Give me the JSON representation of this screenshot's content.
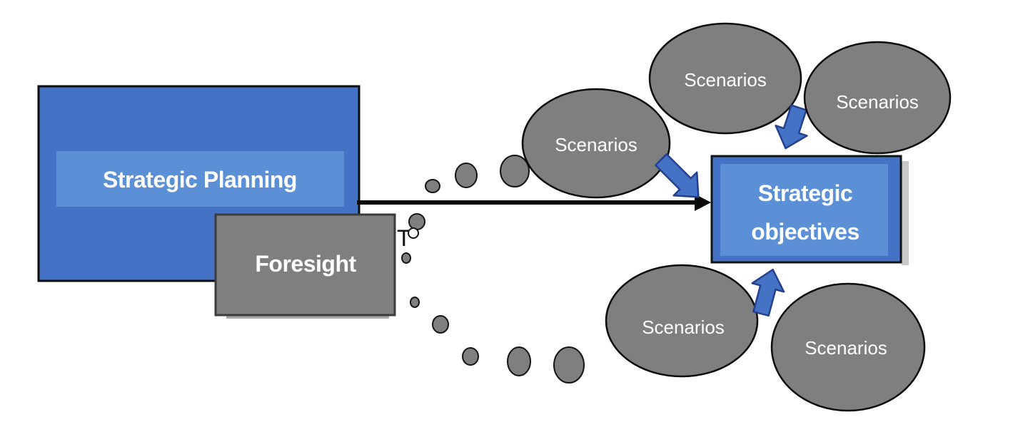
{
  "diagram": {
    "boxes": {
      "strategic_planning": {
        "label": "Strategic Planning"
      },
      "foresight": {
        "label": "Foresight"
      },
      "strategic_objectives": {
        "lines": [
          "Strategic",
          "objectives"
        ]
      }
    },
    "scenarios": [
      {
        "label": "Scenarios"
      },
      {
        "label": "Scenarios"
      },
      {
        "label": "Scenarios"
      },
      {
        "label": "Scenarios"
      },
      {
        "label": "Scenarios"
      }
    ],
    "stray_label": "T",
    "colors": {
      "primary_blue": "#4472C4",
      "light_blue": "#5B8FD6",
      "gray": "#7F7F7F",
      "arrow_fill": "#4472C4",
      "arrow_outline": "#24408E",
      "outline_black": "#0d0d0d",
      "outline_dark_gray": "#3b3b3b",
      "text_white": "#ffffff"
    }
  }
}
